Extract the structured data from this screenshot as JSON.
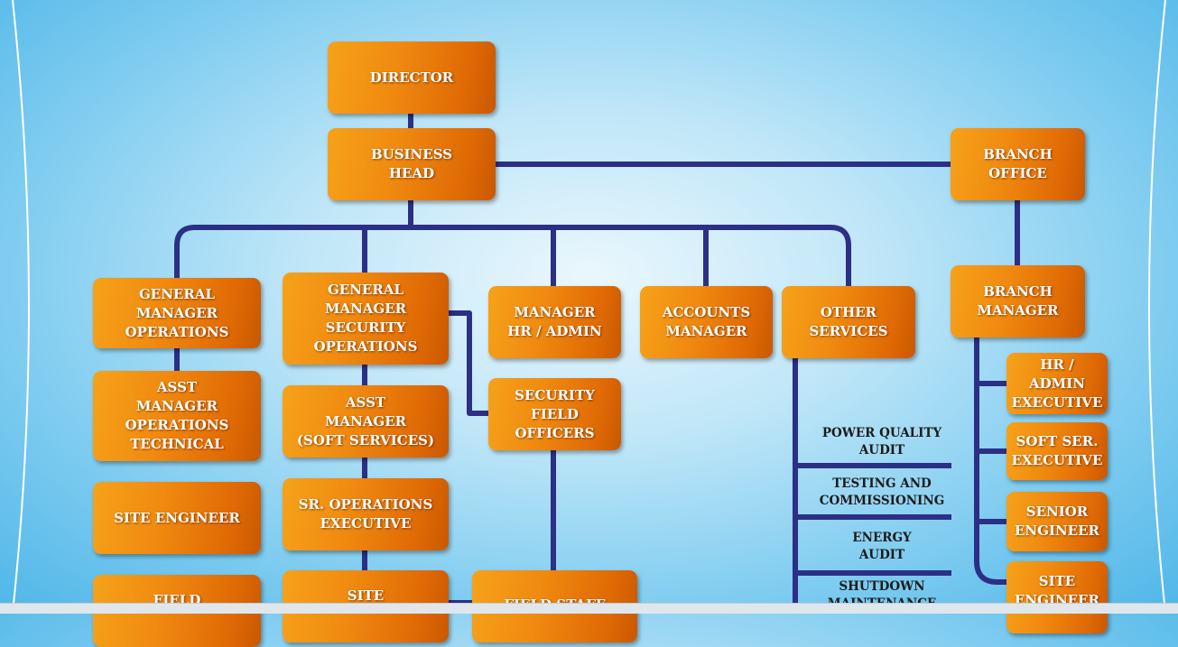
{
  "boxes": {
    "director": [
      "DIRECTOR"
    ],
    "business_head": [
      "BUSINESS",
      "HEAD"
    ],
    "branch_office": [
      "BRANCH",
      "OFFICE"
    ],
    "gm_operations": [
      "GENERAL",
      "MANAGER",
      "OPERATIONS"
    ],
    "gm_security_operations": [
      "GENERAL",
      "MANAGER",
      "SECURITY",
      "OPERATIONS"
    ],
    "manager_hr_admin": [
      "MANAGER",
      "HR / ADMIN"
    ],
    "accounts_manager": [
      "ACCOUNTS",
      "MANAGER"
    ],
    "other_services": [
      "OTHER",
      "SERVICES"
    ],
    "branch_manager": [
      "BRANCH",
      "MANAGER"
    ],
    "asst_manager_operations_technical": [
      "ASST",
      "MANAGER",
      "OPERATIONS",
      "TECHNICAL"
    ],
    "asst_manager_soft_services": [
      "ASST",
      "MANAGER",
      "(SOFT SERVICES)"
    ],
    "security_field_officers": [
      "SECURITY",
      "FIELD",
      "OFFICERS"
    ],
    "hr_admin_executive": [
      "HR /",
      "ADMIN",
      "EXECUTIVE"
    ],
    "soft_ser_executive": [
      "SOFT SER.",
      "EXECUTIVE"
    ],
    "site_engineer_left": [
      "SITE ENGINEER"
    ],
    "sr_operations_executive": [
      "SR. OPERATIONS",
      "EXECUTIVE"
    ],
    "senior_engineer": [
      "SENIOR",
      "ENGINEER"
    ],
    "field_partial": [
      "FIELD"
    ],
    "site_partial": [
      "SITE"
    ],
    "field_staff_partial": [
      "FIELD STAFF"
    ],
    "site_engineer_right": [
      "SITE",
      "ENGINEER"
    ]
  },
  "services": {
    "power_quality_audit": [
      "POWER QUALITY",
      "AUDIT"
    ],
    "testing_commissioning": [
      "TESTING AND",
      "COMMISSIONING"
    ],
    "energy_audit": [
      "ENERGY",
      "AUDIT"
    ],
    "shutdown_maintenance": [
      "SHUTDOWN",
      "MAINTENANCE"
    ]
  },
  "colors": {
    "connector": "#2c2f86",
    "box_orange": "#f08a10",
    "background": "#7fccf0"
  }
}
